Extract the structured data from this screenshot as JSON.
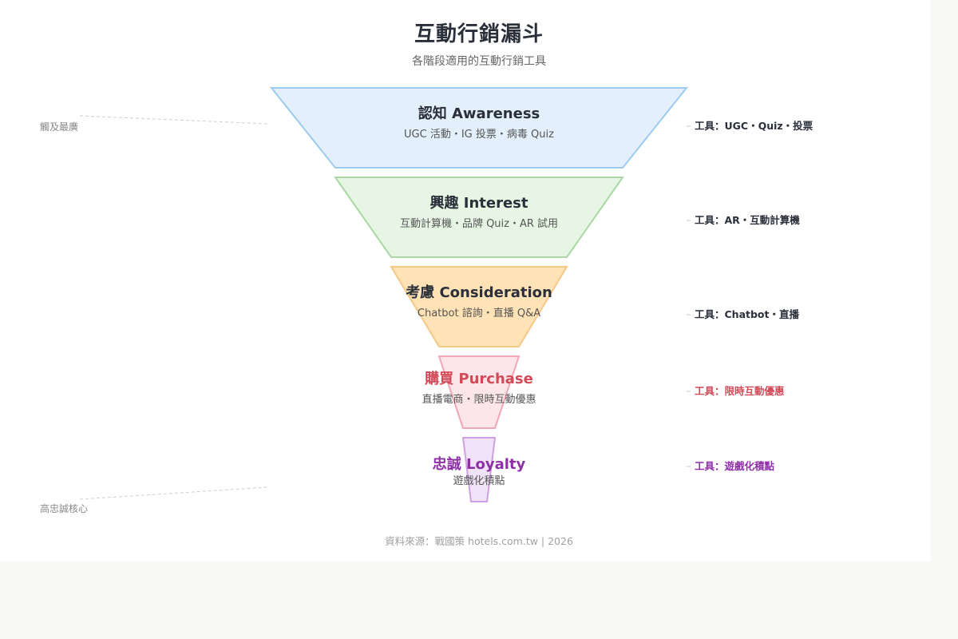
{
  "header": {
    "title": "互動行銷漏斗",
    "subtitle": "各階段適用的互動行銷工具"
  },
  "side": {
    "top_label": "觸及最廣",
    "bottom_label": "高忠誠核心"
  },
  "stages": [
    {
      "name": "認知 Awareness",
      "desc": "UGC 活動・IG 投票・病毒 Quiz",
      "tool": "工具：UGC・Quiz・投票",
      "fill": "#e3f0fb",
      "stroke": "#9ccbec",
      "name_color": "#2a2f3a",
      "tool_color": "#2a2f3a"
    },
    {
      "name": "興趣 Interest",
      "desc": "互動計算機・品牌 Quiz・AR 試用",
      "tool": "工具：AR・互動計算機",
      "fill": "#e6f5e4",
      "stroke": "#a9d8a3",
      "name_color": "#2a2f3a",
      "tool_color": "#2a2f3a"
    },
    {
      "name": "考慮 Consideration",
      "desc": "Chatbot 諮詢・直播 Q&A",
      "tool": "工具：Chatbot・直播",
      "fill": "#ffe2b5",
      "stroke": "#f6c889",
      "name_color": "#2a2f3a",
      "tool_color": "#2a2f3a"
    },
    {
      "name": "購買 Purchase",
      "desc": "直播電商・限時互動優惠",
      "tool": "工具：限時互動優惠",
      "fill": "#fde6ea",
      "stroke": "#f3a7b4",
      "name_color": "#d24a58",
      "tool_color": "#d24a58"
    },
    {
      "name": "忠誠 Loyalty",
      "desc": "遊戲化積點",
      "tool": "工具：遊戲化積點",
      "fill": "#f0e2f7",
      "stroke": "#cfa1e3",
      "name_color": "#8e2fa8",
      "tool_color": "#8e2fa8"
    }
  ],
  "footer": {
    "source": "資料來源：戰國策 hotels.com.tw | 2026"
  }
}
